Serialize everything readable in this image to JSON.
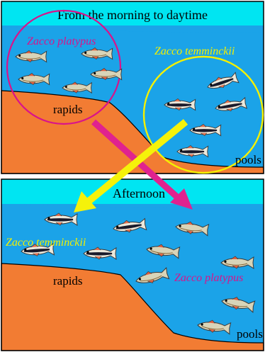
{
  "top_panel": {
    "title": "From the morning to daytime",
    "species_rapids": "Zacco platypus",
    "species_pools": "Zacco temminckii",
    "label_rapids": "rapids",
    "label_pools": "pools"
  },
  "bottom_panel": {
    "title": "Afternoon",
    "species_left": "Zacco temminckii",
    "species_right": "Zacco platypus",
    "label_rapids": "rapids",
    "label_pools": "pools"
  },
  "colors": {
    "sky": "#00e5f2",
    "water": "#1ba3e8",
    "ground": "#f27c33",
    "zacco_platypus": "#d9138a",
    "zacco_temminckii": "#f4f000",
    "arrow_platypus": "#e0228f",
    "arrow_temminckii": "#f5f20a"
  },
  "icons": {
    "platypus_fish": "fish-icon",
    "temminckii_fish": "striped-fish-icon"
  }
}
